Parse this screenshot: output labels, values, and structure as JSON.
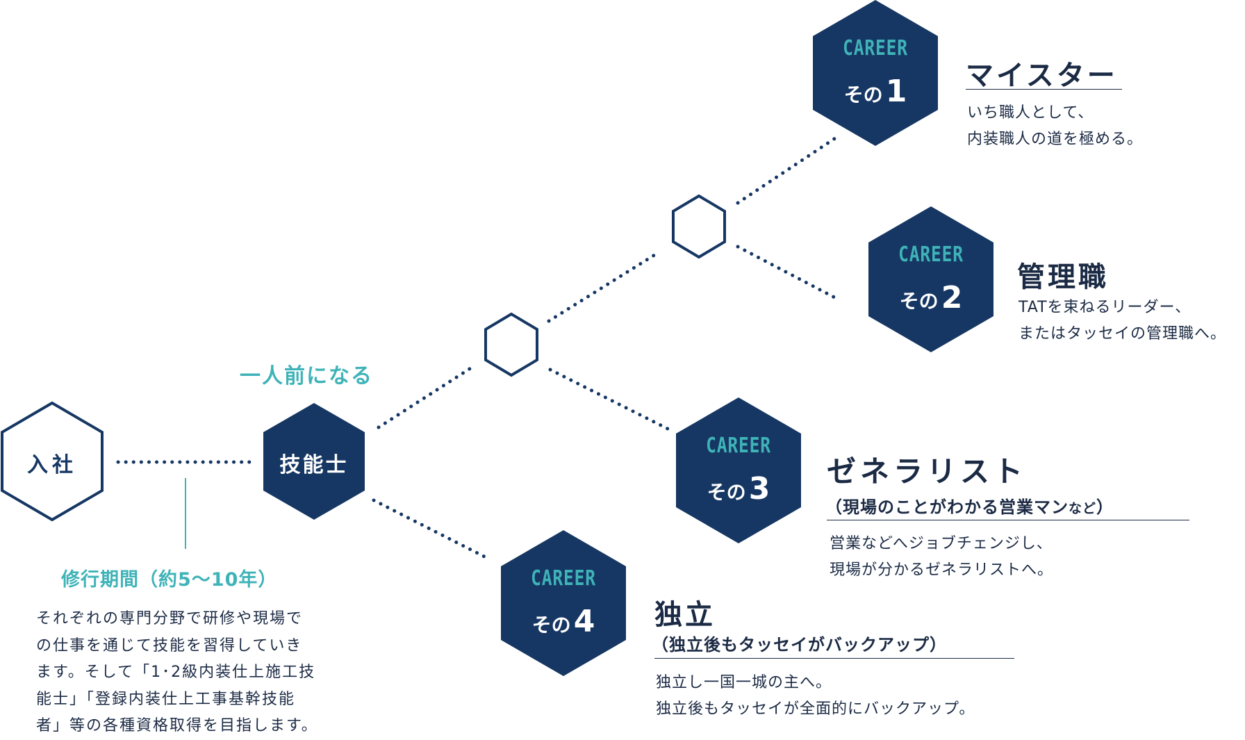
{
  "start": {
    "label": "入社"
  },
  "skill": {
    "label": "技能士",
    "caption": "一人前になる"
  },
  "training": {
    "title": "修行期間（約5〜10年）",
    "text": "それぞれの専門分野で研修や現場で\nの仕事を通じて技能を習得していき\nます。そして「1･2級内装仕上施工技\n能士」「登録内装仕上工事基幹技能\n者」等の各種資格取得を目指します。"
  },
  "careers": [
    {
      "badge": "CAREER",
      "sono": "その",
      "num": "1",
      "title": "マイスター",
      "desc": "いち職人として、\n内装職人の道を極める。"
    },
    {
      "badge": "CAREER",
      "sono": "その",
      "num": "2",
      "title": "管理職",
      "desc": "TATを束ねるリーダー、\nまたはタッセイの管理職へ。"
    },
    {
      "badge": "CAREER",
      "sono": "その",
      "num": "3",
      "title": "ゼネラリスト",
      "subtitle_main": "（現場のことがわかる営業マン",
      "subtitle_small": "など",
      "subtitle_end": "）",
      "desc": "営業などへジョブチェンジし、\n現場が分かるゼネラリストへ。"
    },
    {
      "badge": "CAREER",
      "sono": "その",
      "num": "4",
      "title": "独立",
      "subtitle": "（独立後もタッセイがバックアップ）",
      "desc": "独立し一国一城の主へ。\n独立後もタッセイが全面的にバックアップ。"
    }
  ],
  "colors": {
    "navy": "#163763",
    "teal": "#3fb3b8",
    "text": "#1b2a44"
  }
}
